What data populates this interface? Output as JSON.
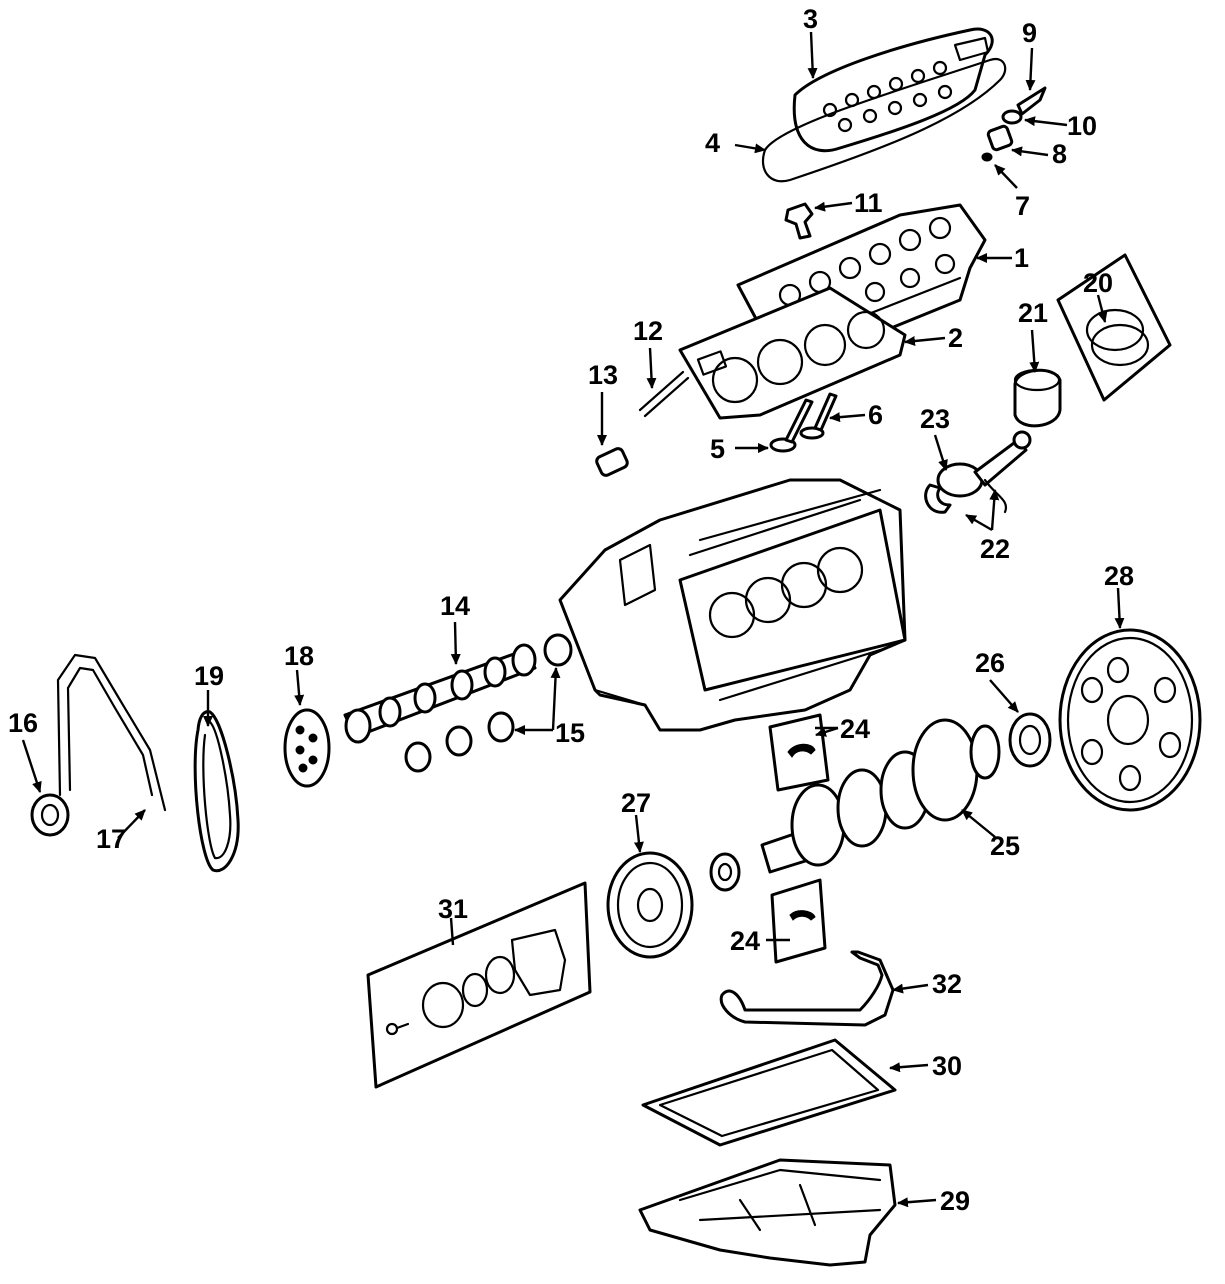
{
  "diagram": {
    "callouts": {
      "c1": "1",
      "c2": "2",
      "c3": "3",
      "c4": "4",
      "c5": "5",
      "c6": "6",
      "c7": "7",
      "c8": "8",
      "c9": "9",
      "c10": "10",
      "c11": "11",
      "c12": "12",
      "c13": "13",
      "c14": "14",
      "c15": "15",
      "c16": "16",
      "c17": "17",
      "c18": "18",
      "c19": "19",
      "c20": "20",
      "c21": "21",
      "c22": "22",
      "c23": "23",
      "c24a": "24",
      "c24b": "24",
      "c25": "25",
      "c26": "26",
      "c27": "27",
      "c28": "28",
      "c29": "29",
      "c30": "30",
      "c31": "31",
      "c32": "32"
    },
    "colors": {
      "ink": "#000000",
      "paper": "#ffffff"
    }
  }
}
